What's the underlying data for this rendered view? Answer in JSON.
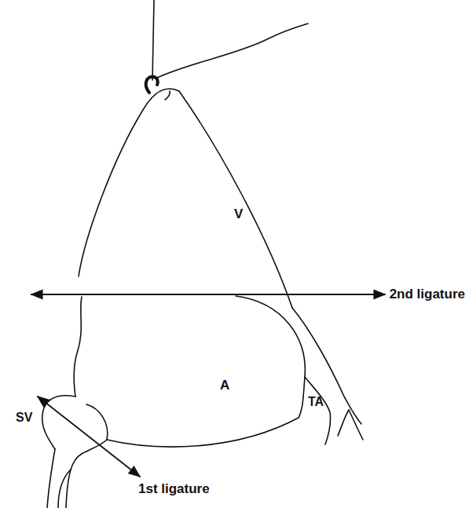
{
  "diagram": {
    "labels": [
      "V",
      "2nd ligature",
      "A",
      "TA",
      "SV",
      "1st ligature"
    ]
  }
}
